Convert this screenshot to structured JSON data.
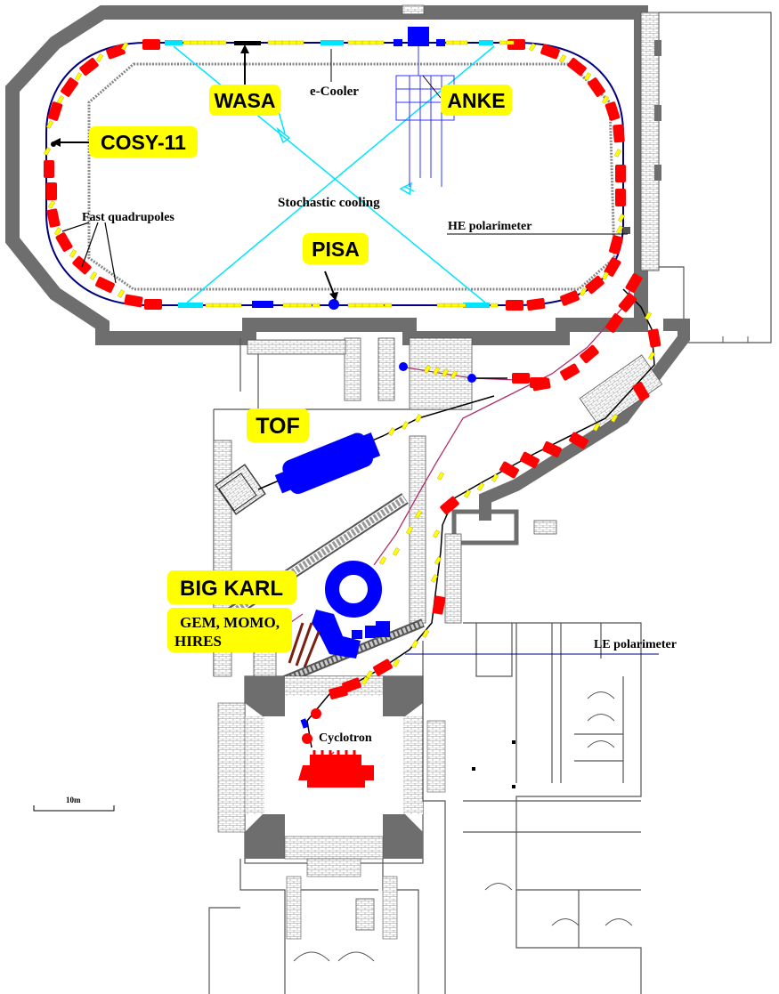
{
  "colors": {
    "wall": "#6e6e6e",
    "brick": "#bdbdbd",
    "dipole": "#ff0000",
    "quadrupole": "#ffff00",
    "beamline": "#000080",
    "detector": "#0000ff",
    "cooling": "#00e5ff",
    "labelBox": "#ffff00",
    "injection": "#b0306e"
  },
  "labels": {
    "wasa": "WASA",
    "anke": "ANKE",
    "cosy11": "COSY-11",
    "pisa": "PISA",
    "tof": "TOF",
    "bigkarl": "BIG KARL",
    "gem_line1": "GEM, MOMO,",
    "gem_line2": "HIRES"
  },
  "annotations": {
    "ecooler": "e-Cooler",
    "stochastic": "Stochastic cooling",
    "fastquads": "Fast quadrupoles",
    "hepol": "HE polarimeter",
    "lepol": "LE polarimeter",
    "cyclotron": "Cyclotron",
    "scale": "10m"
  }
}
